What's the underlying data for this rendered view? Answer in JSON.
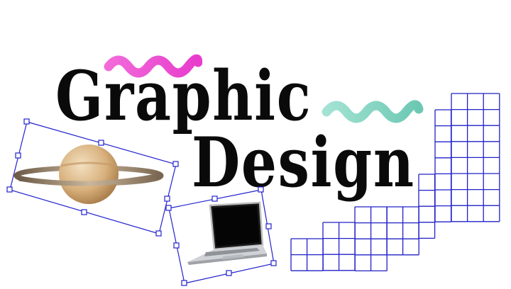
{
  "title": {
    "line1": "Graphic",
    "line2": "Design"
  },
  "colors": {
    "text": "#0a0a0a",
    "squiggle_magenta": "#f03fd0",
    "squiggle_teal": "#7fd3c0",
    "selection_blue": "#2222cc",
    "grid_blue": "#2020c8"
  },
  "icons": {
    "planet": "saturn-planet-icon",
    "laptop": "laptop-icon",
    "grid": "staircase-grid-graphic"
  }
}
